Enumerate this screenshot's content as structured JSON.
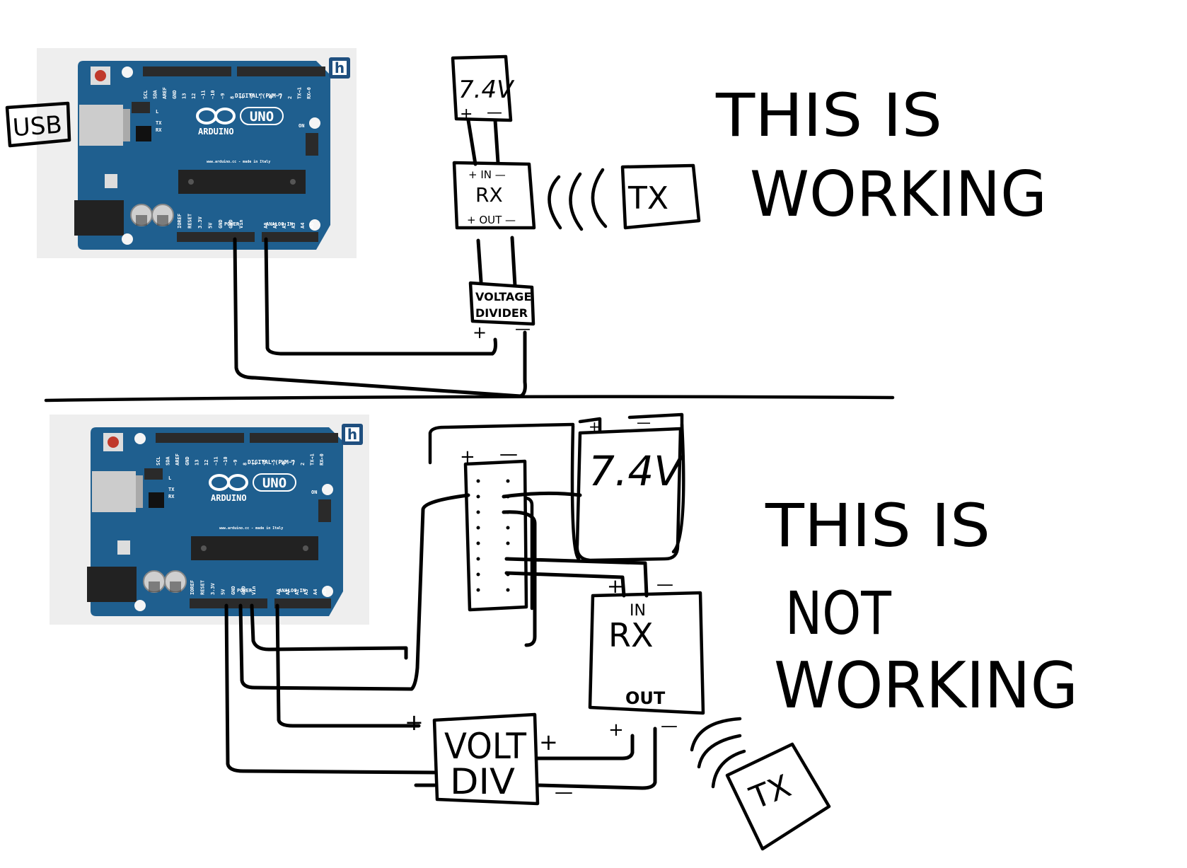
{
  "colors": {
    "board_blue": "#1f5f8f",
    "board_dark": "#174d75",
    "header_black": "#2a2a2a",
    "panel_bg": "#eeeeee",
    "ink": "#000000",
    "reset_red": "#c0392b"
  },
  "icons": {
    "logo": "h-chip-logo",
    "arduino": "infinity-logo"
  },
  "board": {
    "header_digital": "DIGITAL (PWM~)",
    "pins_digital": [
      "SCL",
      "SDA",
      "AREF",
      "GND",
      "13",
      "12",
      "~11",
      "~10",
      "~9",
      "8",
      "7",
      "~6",
      "~5",
      "4",
      "~3",
      "2",
      "TX→1",
      "RX←0"
    ],
    "model": "UNO",
    "brand": "ARDUINO",
    "site": "www.arduino.cc - made in Italy",
    "power_header": "POWER",
    "analog_header": "ANALOG IN",
    "pins_power": [
      "IOREF",
      "RESET",
      "3.3V",
      "5V",
      "GND",
      "GND",
      "Vin"
    ],
    "pins_analog": [
      "A0",
      "A1",
      "A2",
      "A3",
      "A4",
      "A5"
    ],
    "tx": "TX",
    "rx": "RX",
    "on": "ON",
    "l": "L"
  },
  "top": {
    "usb": "USB",
    "battery": "7.4V",
    "battery_plus": "+",
    "battery_minus": "—",
    "rx_in": "+ IN —",
    "rx_name": "RX",
    "rx_out": "+ OUT —",
    "tx_name": "TX",
    "divider_line1": "VOLTAGE",
    "divider_line2": "DIVIDER",
    "divider_plus": "+",
    "divider_minus": "—",
    "caption_line1": "THIS IS",
    "caption_line2": "WORKING"
  },
  "bottom": {
    "battery": "7.4V",
    "battery_plus": "+",
    "battery_minus": "—",
    "breadboard_plus": "+",
    "breadboard_minus": "—",
    "rx_plus": "+",
    "rx_minus": "—",
    "rx_in": "IN",
    "rx_name": "RX",
    "rx_out": "OUT",
    "rx_out_plus": "+",
    "rx_out_minus": "—",
    "volt_line1": "VOLT",
    "volt_line2": "DIV",
    "volt_in_plus": "+",
    "volt_out_plus": "+",
    "volt_out_minus": "—",
    "tx_name": "TX",
    "caption_line1": "THIS IS",
    "caption_line2": "NOT",
    "caption_line3": "WORKING"
  }
}
